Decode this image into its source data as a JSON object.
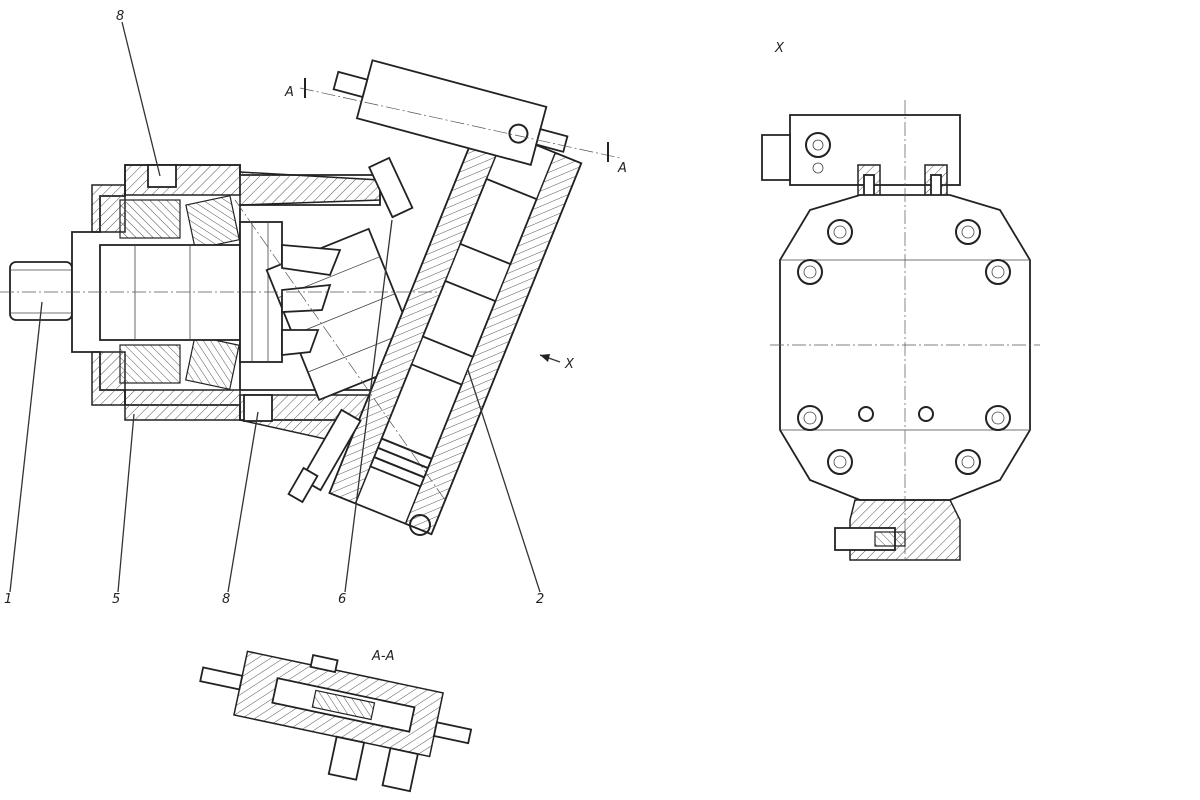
{
  "labels": {
    "part_1": "1",
    "part_5": "5",
    "part_8_bottom": "8",
    "part_8_top": "8",
    "part_6": "6",
    "part_2": "2",
    "section_mark_left": "A",
    "section_mark_right": "A",
    "view_arrow": "X",
    "view_title": "X",
    "section_title": "A-A"
  }
}
